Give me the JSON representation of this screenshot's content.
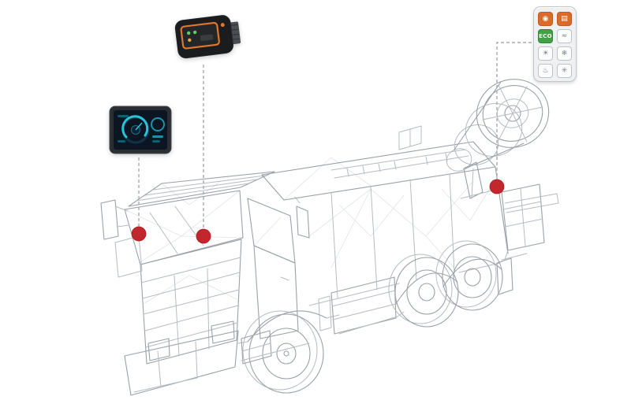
{
  "page": {
    "background": "#ffffff",
    "kind": "wireframe truck component diagram"
  },
  "colors": {
    "marker_red": "#c1272d",
    "connector_gray": "#a6abb1",
    "wireframe_gray": "#9aa1a8",
    "display_accent": "#27c4d8",
    "controller_accent": "#e0762a",
    "eco_green": "#43a047",
    "keypad_orange": "#de6a2a"
  },
  "devices": {
    "display": {
      "name": "touchscreen-display"
    },
    "controller": {
      "name": "control-unit"
    },
    "keypad": {
      "name": "switch-keypad",
      "buttons": [
        {
          "icon": "power-icon",
          "glyph": "◉"
        },
        {
          "icon": "panel-icon",
          "glyph": "▤"
        },
        {
          "icon": "eco-button",
          "label": "ECO"
        },
        {
          "icon": "spray-icon",
          "glyph": "≈"
        },
        {
          "icon": "light-icon",
          "glyph": "☀"
        },
        {
          "icon": "cold-icon",
          "glyph": "❄"
        },
        {
          "icon": "heat-icon",
          "glyph": "♨"
        },
        {
          "icon": "fan-icon",
          "glyph": "✳"
        }
      ]
    }
  },
  "markers": {
    "count": 3,
    "color": "#c1272d"
  }
}
